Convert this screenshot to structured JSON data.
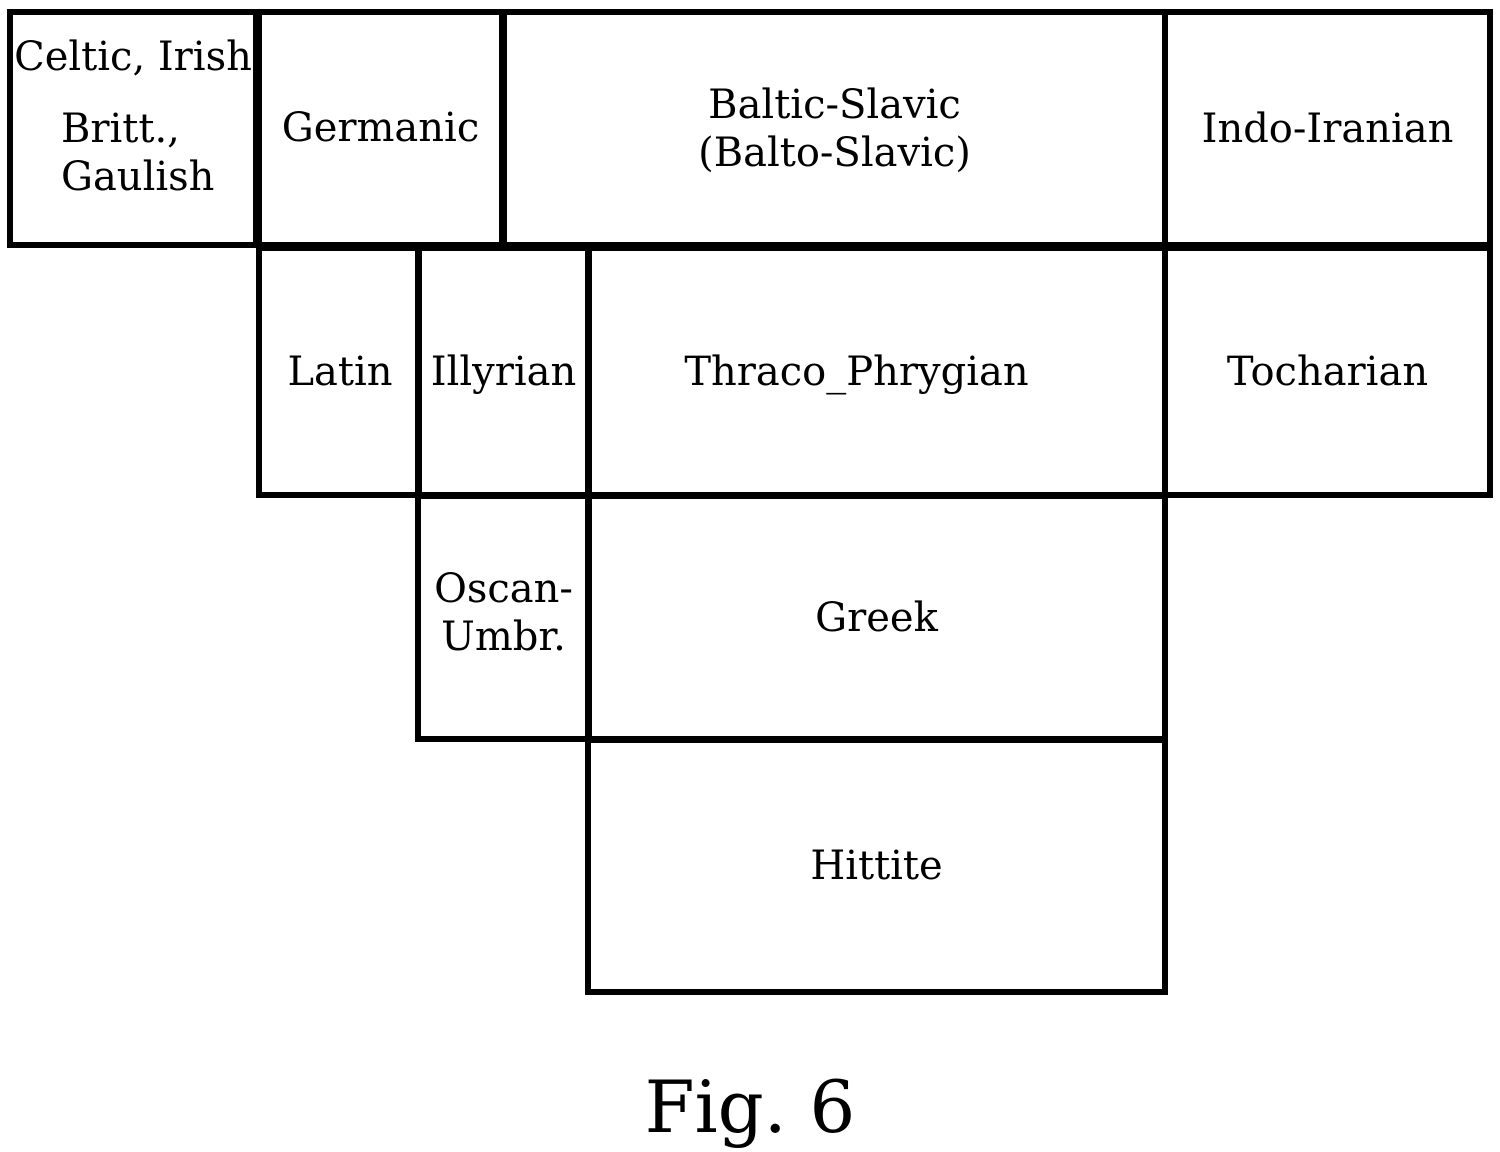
{
  "diagram": {
    "boxes": {
      "celtic": {
        "lines": [
          "Celtic, Irish",
          "Britt.,",
          "Gaulish"
        ]
      },
      "germanic": {
        "lines": [
          "Germanic"
        ]
      },
      "balto": {
        "lines": [
          "Baltic-Slavic",
          "(Balto-Slavic)"
        ]
      },
      "indo": {
        "lines": [
          "Indo-Iranian"
        ]
      },
      "latin": {
        "lines": [
          "Latin"
        ]
      },
      "illyrian": {
        "lines": [
          "Illyrian"
        ]
      },
      "thraco": {
        "lines": [
          "Thraco_Phrygian"
        ]
      },
      "tochar": {
        "lines": [
          "Tocharian"
        ]
      },
      "oscan": {
        "lines": [
          "Oscan-",
          "Umbr."
        ]
      },
      "greek": {
        "lines": [
          "Greek"
        ]
      },
      "hittite": {
        "lines": [
          "Hittite"
        ]
      }
    },
    "caption": "Fig. 6",
    "colors": {
      "line": "#000000",
      "background": "#ffffff",
      "text": "#000000"
    }
  }
}
